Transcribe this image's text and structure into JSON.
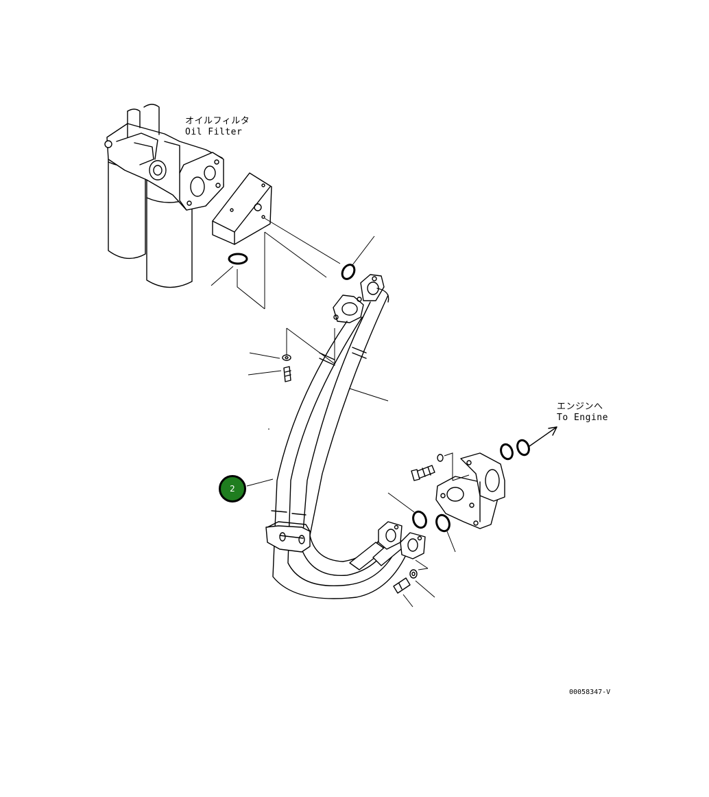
{
  "labels": {
    "oil_filter_jp": "オイルフィルタ",
    "oil_filter_en": "Oil Filter",
    "to_engine_jp": "エンジンへ",
    "to_engine_en": "To Engine"
  },
  "callout": {
    "part_number": "2",
    "color": "#1f7d1f"
  },
  "document_id": "00058347-V"
}
